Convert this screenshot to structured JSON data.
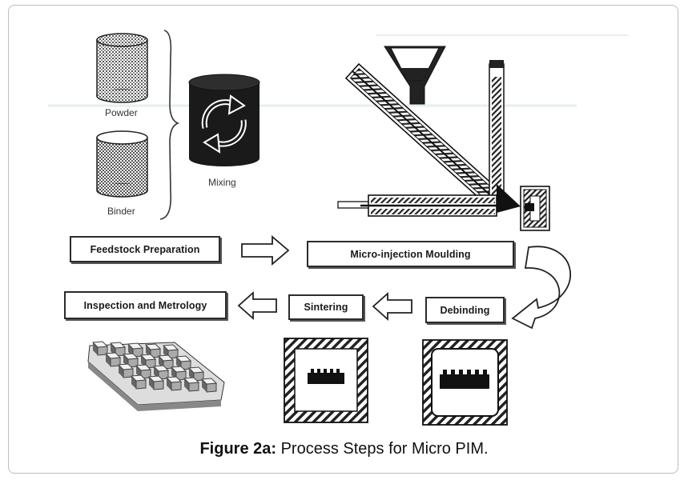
{
  "labels": {
    "powder": "Powder",
    "binder": "Binder",
    "mixing": "Mixing"
  },
  "steps": {
    "feedstock": "Feedstock Preparation",
    "moulding": "Micro-injection Moulding",
    "debinding": "Debinding",
    "sintering": "Sintering",
    "inspection": "Inspection and Metrology"
  },
  "caption": {
    "prefix": "Figure 2a:",
    "text": " Process Steps for Micro PIM."
  }
}
